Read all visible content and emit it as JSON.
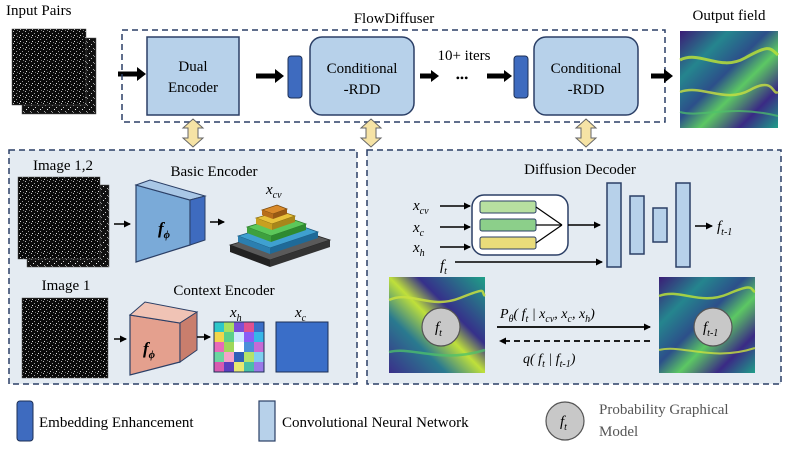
{
  "top": {
    "input_label": "Input Pairs",
    "pipeline_title": "FlowDiffuser",
    "output_label": "Output field",
    "dual_encoder": [
      "Dual",
      "Encoder"
    ],
    "cond_rdd_1": [
      "Conditional",
      "-RDD"
    ],
    "cond_rdd_2": [
      "Conditional",
      "-RDD"
    ],
    "iters_label": "10+ iters",
    "ellipsis": "•••"
  },
  "encoder_panel": {
    "image12_label": "Image 1,2",
    "image1_label": "Image 1",
    "basic_encoder_label": "Basic Encoder",
    "context_encoder_label": "Context Encoder",
    "f_phi": "f",
    "f_phi_sub": "ϕ",
    "x_cv": "x",
    "x_cv_sub": "cv",
    "x_h": "x",
    "x_h_sub": "h",
    "x_c": "x",
    "x_c_sub": "c"
  },
  "decoder_panel": {
    "title": "Diffusion Decoder",
    "in_xcv": "x",
    "in_xcv_sub": "cv",
    "in_xc": "x",
    "in_xc_sub": "c",
    "in_xh": "x",
    "in_xh_sub": "h",
    "in_ft": "f",
    "in_ft_sub": "t",
    "out_f": "f",
    "out_f_sub": "t-1",
    "state_left": "f",
    "state_left_sub": "t",
    "state_right": "f",
    "state_right_sub": "t-1",
    "forward_label": "P",
    "forward_sub": "θ",
    "forward_args": "( f",
    "forward_args_sub": "t",
    "forward_rest": " | x",
    "forward_rest_sub": "cv",
    "forward_rest2": ", x",
    "forward_rest2_sub": "c",
    "forward_rest3": ", x",
    "forward_rest3_sub": "h",
    "forward_close": ")",
    "reverse_label": "q( f",
    "reverse_sub": "t",
    "reverse_mid": " | f",
    "reverse_mid_sub": "t-1",
    "reverse_close": ")"
  },
  "legend": {
    "embedding": "Embedding Enhancement",
    "cnn": "Convolutional Neural Network",
    "pgm_symbol": "f",
    "pgm_symbol_sub": "t",
    "pgm_line1": "Probability Graphical",
    "pgm_line2": "Model"
  },
  "colors": {
    "panel_bg": "#e4ebf2",
    "light_block": "#b7d1ea",
    "dark_block": "#3e6bbf",
    "arrow": "#000000",
    "updown": "#f6e3a5",
    "pgm_circle": "#c8c8c8",
    "xc_square": "#3a6ec8"
  }
}
